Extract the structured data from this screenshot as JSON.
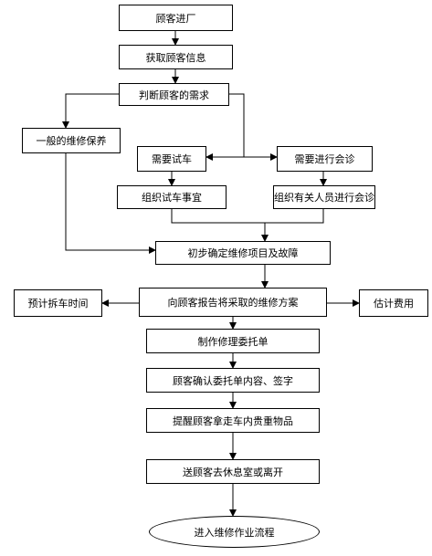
{
  "nodes": {
    "customer_enter": "顾客进厂",
    "get_info": "获取顾客信息",
    "judge_needs": "判断顾客的需求",
    "general_maintenance": "一般的维修保养",
    "need_test_drive": "需要试车",
    "need_consultation": "需要进行会诊",
    "organize_test_drive": "组织试车事宜",
    "organize_consultation": "组织有关人员进行会诊",
    "preliminary_determine": "初步确定维修项目及故障",
    "report_plan": "向顾客报告将采取的维修方案",
    "estimate_pickup_time": "预计拆车时间",
    "estimate_cost": "估计费用",
    "make_work_order": "制作修理委托单",
    "confirm_sign": "顾客确认委托单内容、签字",
    "remind_valuables": "提醒顾客拿走车内贵重物品",
    "send_to_lounge": "送顾客去休息室或离开",
    "enter_process": "进入维修作业流程"
  }
}
